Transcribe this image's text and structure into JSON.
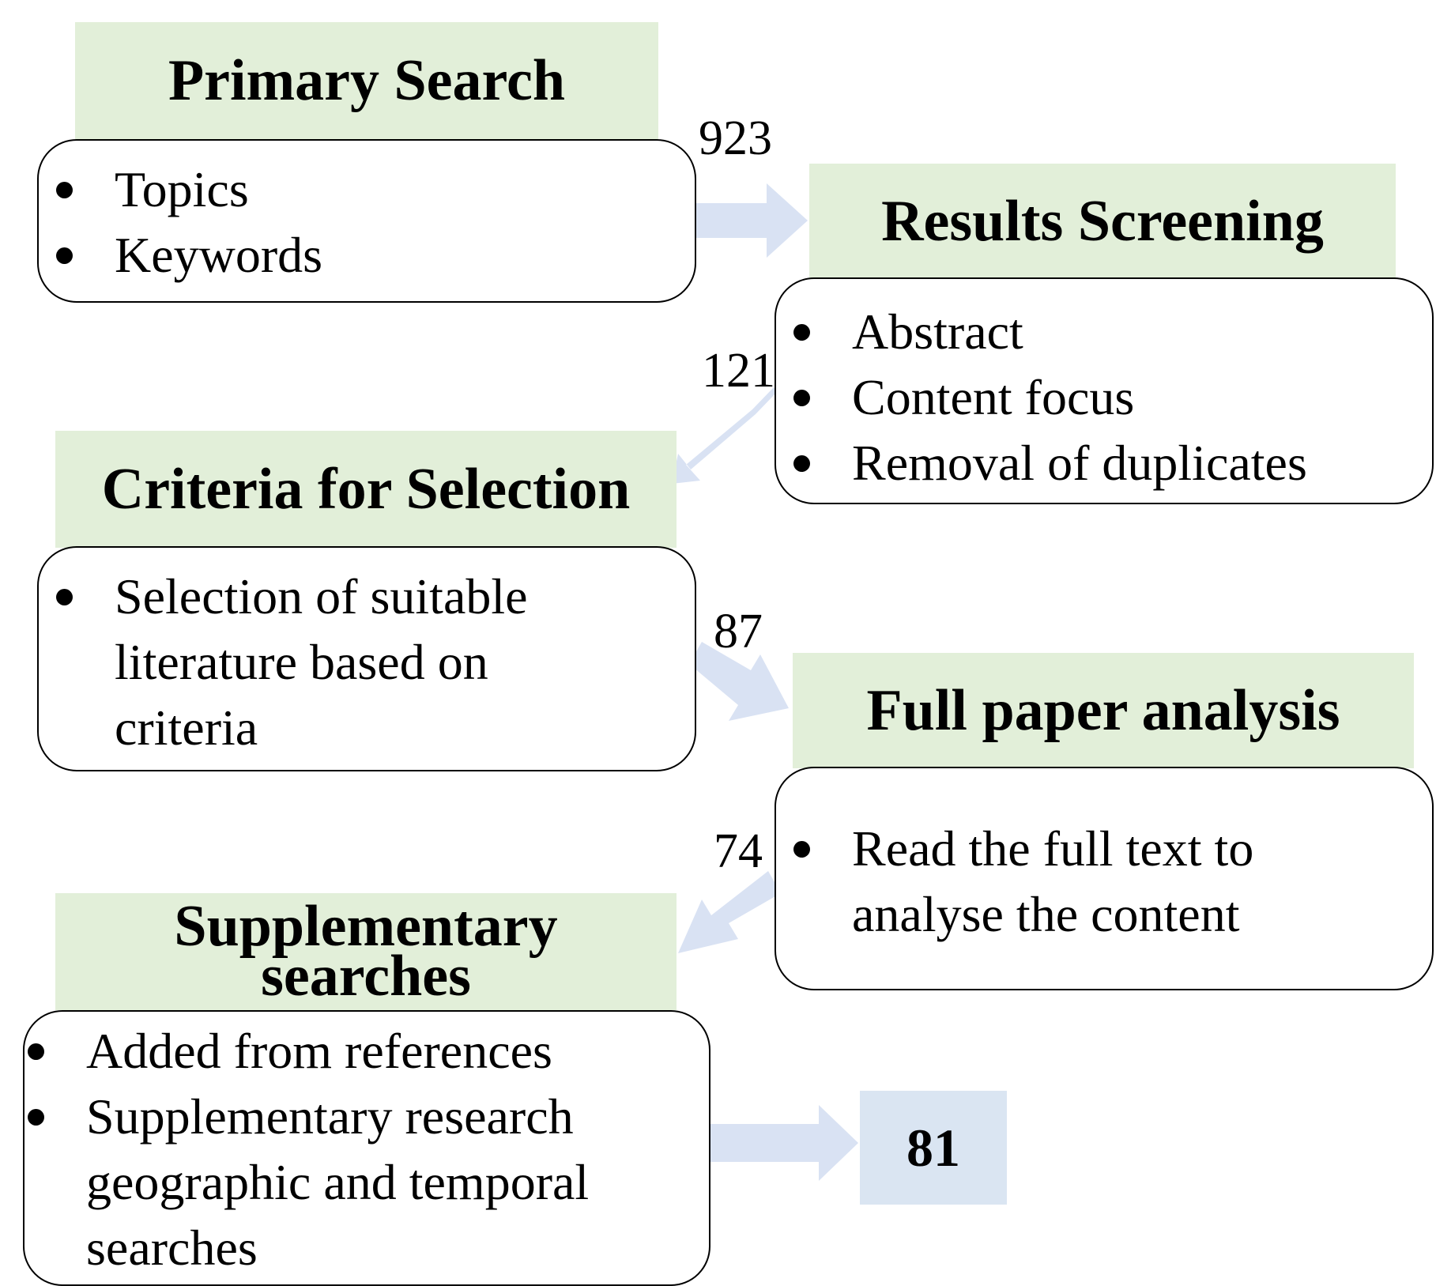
{
  "colors": {
    "header_fill": "#e2efd9",
    "arrow_fill": "#d9e2f3",
    "final_fill": "#dae5f2",
    "outline": "#000000"
  },
  "stages": [
    {
      "title": "Primary Search",
      "items": [
        "Topics",
        "Keywords"
      ]
    },
    {
      "title": "Results Screening",
      "items": [
        "Abstract",
        "Content focus",
        "Removal of duplicates"
      ]
    },
    {
      "title": "Criteria for Selection",
      "items": [
        "Selection of suitable literature based on criteria"
      ]
    },
    {
      "title": "Full paper analysis",
      "items": [
        "Read the full text to analyse the content"
      ]
    },
    {
      "title_line1": "Supplementary",
      "title_line2": "searches",
      "items": [
        "Added from references",
        "Supplementary research geographic and temporal searches"
      ]
    }
  ],
  "counts": [
    "923",
    "121",
    "87",
    "74"
  ],
  "final_count": "81"
}
